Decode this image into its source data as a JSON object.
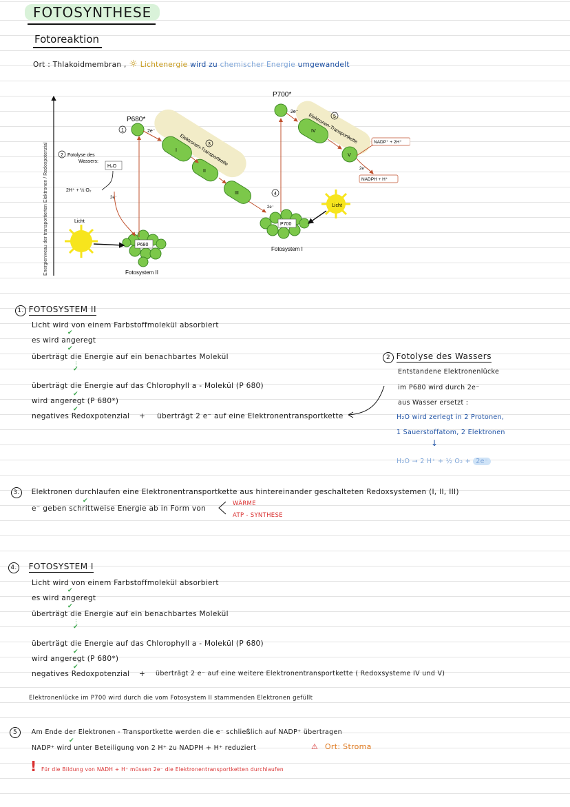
{
  "header": {
    "title": "FOTOSYNTHESE",
    "subtitle": "Fotoreaktion",
    "ort_label": "Ort :",
    "ort_value": "Thlakoidmembran ,",
    "light_energy": "Lichtenergie",
    "wird_zu": "wird zu",
    "chemical_energy": "chemischer Energie",
    "converted": "umgewandelt"
  },
  "diagram": {
    "y_axis_label": "Energieniveau der transportierten Elektronen / Redoxpotenzial",
    "p680_star": "P680*",
    "p700_star": "P700*",
    "fotolyse": "Fotolyse des",
    "wassers": "Wassers:",
    "h2o": "H₂O",
    "protons": "2H⁺ + ½ O₂",
    "e2": "2e⁻",
    "licht": "Licht",
    "p680": "P680",
    "p700": "P700",
    "fotosystem2": "Fotosystem II",
    "fotosystem1": "Fotosystem I",
    "etk": "Elektronen-Transportkette",
    "etk2": "Elektronen-Transportkette",
    "roman": [
      "I",
      "II",
      "III",
      "IV",
      "V"
    ],
    "nadp": "NADP⁺ + 2H⁺",
    "nadph": "NADPH + H⁺",
    "markers": [
      "1",
      "2",
      "3",
      "4",
      "5"
    ],
    "colors": {
      "complex": "#7cc84a",
      "band": "#f2ecc8",
      "arrow": "#c0502c",
      "sun": "#f7e51d"
    }
  },
  "fs2": {
    "num": "1.",
    "heading": "FOTOSYSTEM II",
    "lines": [
      "Licht wird von einem Farbstoffmolekül absorbiert",
      "es wird angeregt",
      "überträgt die Energie auf ein benachbartes Molekül",
      "überträgt die Energie auf das Chlorophyll a - Molekül (P 680)",
      "wird angeregt (P 680*)",
      "negatives Redoxpotenzial"
    ],
    "plus": "+",
    "transfer": "überträgt 2 e⁻ auf eine Elektronentransportkette"
  },
  "fotolyse_note": {
    "num": "2",
    "heading": "Fotolyse des Wassers",
    "lines": [
      "Entstandene Elektronenlücke",
      "im P680 wird durch 2e⁻",
      "aus Wasser ersetzt :"
    ],
    "blue_lines": [
      "H₂O wird zerlegt in 2 Protonen,",
      "1 Sauerstoffatom, 2 Elektronen"
    ],
    "eq_left": "H₂O",
    "eq_arrow": "→",
    "eq_right": "2 H⁺ + ½ O₂ +",
    "eq_e": "2e⁻"
  },
  "s3": {
    "num": "3.",
    "line1": "Elektronen durchlaufen eine Elektronentransportkette aus hintereinander geschalteten Redoxsystemen (I, II, III)",
    "line2": "e⁻ geben schrittweise Energie ab in Form von",
    "waerme": "WÄRME",
    "atp": "ATP - SYNTHESE"
  },
  "fs1": {
    "num": "4.",
    "heading": "FOTOSYSTEM I",
    "lines": [
      "Licht wird von einem Farbstoffmolekül absorbiert",
      "es wird angeregt",
      "überträgt die Energie auf ein benachbartes Molekül",
      "überträgt die Energie auf das Chlorophyll a - Molekül (P 680)",
      "wird angeregt (P 680*)",
      "negatives Redoxpotenzial"
    ],
    "plus": "+",
    "transfer": "überträgt 2 e⁻ auf eine weitere Elektronentransportkette ( Redoxsysteme IV und V)",
    "gap": "Elektronenlücke im P700 wird durch die vom Fotosystem II stammenden Elektronen gefüllt"
  },
  "s5": {
    "num": "5",
    "line1": "Am Ende der Elektronen - Transportkette werden die e⁻ schließlich auf NADP⁺ übertragen",
    "line2": "NADP⁺ wird unter Beteiligung von 2 H⁺ zu NADPH + H⁺ reduziert",
    "ort": "Ort: Stroma",
    "warn_icon": "⚠",
    "note_mark": "!",
    "note": "Für die Bildung von NADH + H⁺ müssen 2e⁻ die Elektronentransportketten durchlaufen"
  }
}
